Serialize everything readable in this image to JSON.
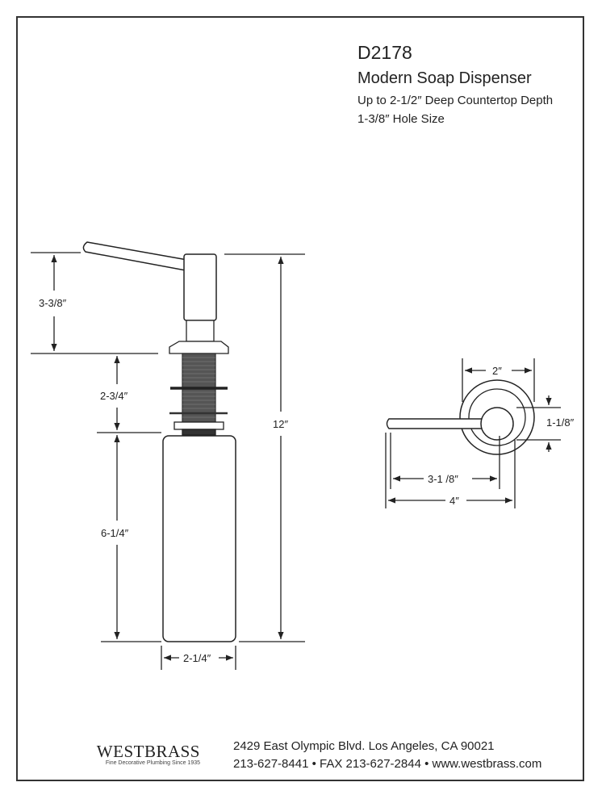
{
  "header": {
    "model": "D2178",
    "name": "Modern Soap Dispenser",
    "spec_depth": "Up to 2-1/2″ Deep Countertop Depth",
    "spec_hole": "1-3/8″ Hole Size"
  },
  "side_view": {
    "dims": {
      "head_height": "3-3/8″",
      "shank_height": "2-3/4″",
      "bottle_height": "6-1/4″",
      "total_height": "12″",
      "bottle_width": "2-1/4″"
    }
  },
  "top_view": {
    "dims": {
      "flange_diameter": "2″",
      "head_diameter": "1-1/8″",
      "spout_reach": "3-1 /8″",
      "overall_length": "4″"
    }
  },
  "footer": {
    "brand": "WESTBRASS",
    "tagline": "Fine Decorative Plumbing Since 1935",
    "address": "2429 East Olympic Blvd. Los Angeles, CA  90021",
    "contact": "213-627-8441 • FAX 213-627-2844 • www.westbrass.com"
  }
}
